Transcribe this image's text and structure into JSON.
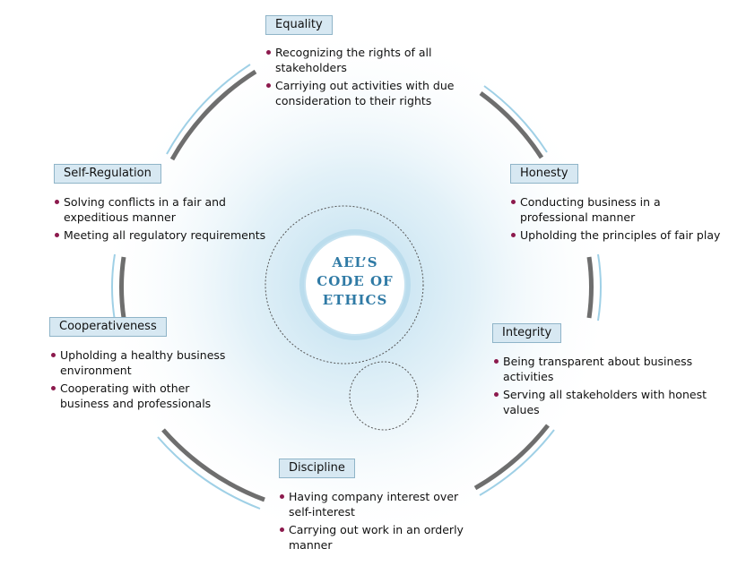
{
  "center": {
    "line1": "AEL’S",
    "line2": "CODE OF",
    "line3": "ETHICS"
  },
  "colors": {
    "accent_blue": "#2f7aa5",
    "bullet": "#8c1a4d",
    "label_fill": "#d7e8f2",
    "arc_gray": "#6e6e6e"
  },
  "values": [
    {
      "name": "Equality",
      "points": [
        "Recognizing the rights of all stakeholders",
        "Carriying out activities with due consideration to their rights"
      ]
    },
    {
      "name": "Honesty",
      "points": [
        "Conducting business in a professional manner",
        "Upholding the principles of fair play"
      ]
    },
    {
      "name": "Integrity",
      "points": [
        "Being transparent about business activities",
        "Serving all stakeholders with honest values"
      ]
    },
    {
      "name": "Discipline",
      "points": [
        "Having company interest over self-interest",
        "Carrying out work in an orderly manner"
      ]
    },
    {
      "name": "Cooperativeness",
      "points": [
        "Upholding a healthy business environment",
        "Cooperating with other business and professionals"
      ]
    },
    {
      "name": "Self-Regulation",
      "points": [
        "Solving conflicts in a fair and expeditious manner",
        "Meeting all regulatory requirements"
      ]
    }
  ]
}
